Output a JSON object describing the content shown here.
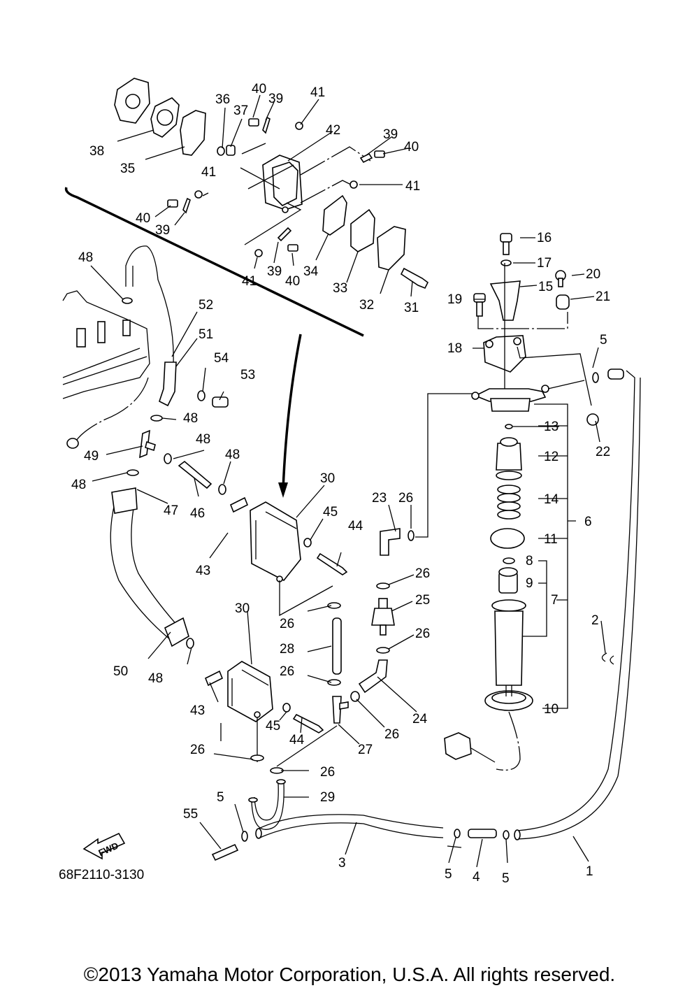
{
  "diagram": {
    "title": "Fuel system exploded parts diagram",
    "catalog_code": "68F2110-3130",
    "direction_arrow_label": "FWD",
    "copyright": "©2013 Yamaha Motor Corporation, U.S.A. All rights reserved.",
    "callouts": [
      {
        "id": "1",
        "label": "1"
      },
      {
        "id": "2",
        "label": "2"
      },
      {
        "id": "3",
        "label": "3"
      },
      {
        "id": "4",
        "label": "4"
      },
      {
        "id": "5a",
        "label": "5"
      },
      {
        "id": "5b",
        "label": "5"
      },
      {
        "id": "5c",
        "label": "5"
      },
      {
        "id": "5d",
        "label": "5"
      },
      {
        "id": "6",
        "label": "6"
      },
      {
        "id": "7",
        "label": "7"
      },
      {
        "id": "8",
        "label": "8"
      },
      {
        "id": "9",
        "label": "9"
      },
      {
        "id": "10",
        "label": "10"
      },
      {
        "id": "11",
        "label": "11"
      },
      {
        "id": "12",
        "label": "12"
      },
      {
        "id": "13",
        "label": "13"
      },
      {
        "id": "14",
        "label": "14"
      },
      {
        "id": "15",
        "label": "15"
      },
      {
        "id": "16",
        "label": "16"
      },
      {
        "id": "17",
        "label": "17"
      },
      {
        "id": "18",
        "label": "18"
      },
      {
        "id": "19",
        "label": "19"
      },
      {
        "id": "20",
        "label": "20"
      },
      {
        "id": "21",
        "label": "21"
      },
      {
        "id": "22",
        "label": "22"
      },
      {
        "id": "23",
        "label": "23"
      },
      {
        "id": "24",
        "label": "24"
      },
      {
        "id": "25",
        "label": "25"
      },
      {
        "id": "26a",
        "label": "26"
      },
      {
        "id": "26b",
        "label": "26"
      },
      {
        "id": "26c",
        "label": "26"
      },
      {
        "id": "26d",
        "label": "26"
      },
      {
        "id": "26e",
        "label": "26"
      },
      {
        "id": "26f",
        "label": "26"
      },
      {
        "id": "26g",
        "label": "26"
      },
      {
        "id": "26h",
        "label": "26"
      },
      {
        "id": "27",
        "label": "27"
      },
      {
        "id": "28",
        "label": "28"
      },
      {
        "id": "29",
        "label": "29"
      },
      {
        "id": "30a",
        "label": "30"
      },
      {
        "id": "30b",
        "label": "30"
      },
      {
        "id": "31",
        "label": "31"
      },
      {
        "id": "32",
        "label": "32"
      },
      {
        "id": "33",
        "label": "33"
      },
      {
        "id": "34",
        "label": "34"
      },
      {
        "id": "35",
        "label": "35"
      },
      {
        "id": "36",
        "label": "36"
      },
      {
        "id": "37",
        "label": "37"
      },
      {
        "id": "38",
        "label": "38"
      },
      {
        "id": "39a",
        "label": "39"
      },
      {
        "id": "39b",
        "label": "39"
      },
      {
        "id": "39c",
        "label": "39"
      },
      {
        "id": "39d",
        "label": "39"
      },
      {
        "id": "40a",
        "label": "40"
      },
      {
        "id": "40b",
        "label": "40"
      },
      {
        "id": "40c",
        "label": "40"
      },
      {
        "id": "40d",
        "label": "40"
      },
      {
        "id": "41a",
        "label": "41"
      },
      {
        "id": "41b",
        "label": "41"
      },
      {
        "id": "41c",
        "label": "41"
      },
      {
        "id": "41d",
        "label": "41"
      },
      {
        "id": "42",
        "label": "42"
      },
      {
        "id": "43a",
        "label": "43"
      },
      {
        "id": "43b",
        "label": "43"
      },
      {
        "id": "44a",
        "label": "44"
      },
      {
        "id": "44b",
        "label": "44"
      },
      {
        "id": "45a",
        "label": "45"
      },
      {
        "id": "45b",
        "label": "45"
      },
      {
        "id": "46",
        "label": "46"
      },
      {
        "id": "47",
        "label": "47"
      },
      {
        "id": "48a",
        "label": "48"
      },
      {
        "id": "48b",
        "label": "48"
      },
      {
        "id": "48c",
        "label": "48"
      },
      {
        "id": "48d",
        "label": "48"
      },
      {
        "id": "48e",
        "label": "48"
      },
      {
        "id": "48f",
        "label": "48"
      },
      {
        "id": "49",
        "label": "49"
      },
      {
        "id": "50",
        "label": "50"
      },
      {
        "id": "51",
        "label": "51"
      },
      {
        "id": "52",
        "label": "52"
      },
      {
        "id": "53",
        "label": "53"
      },
      {
        "id": "54",
        "label": "54"
      },
      {
        "id": "55",
        "label": "55"
      }
    ]
  }
}
